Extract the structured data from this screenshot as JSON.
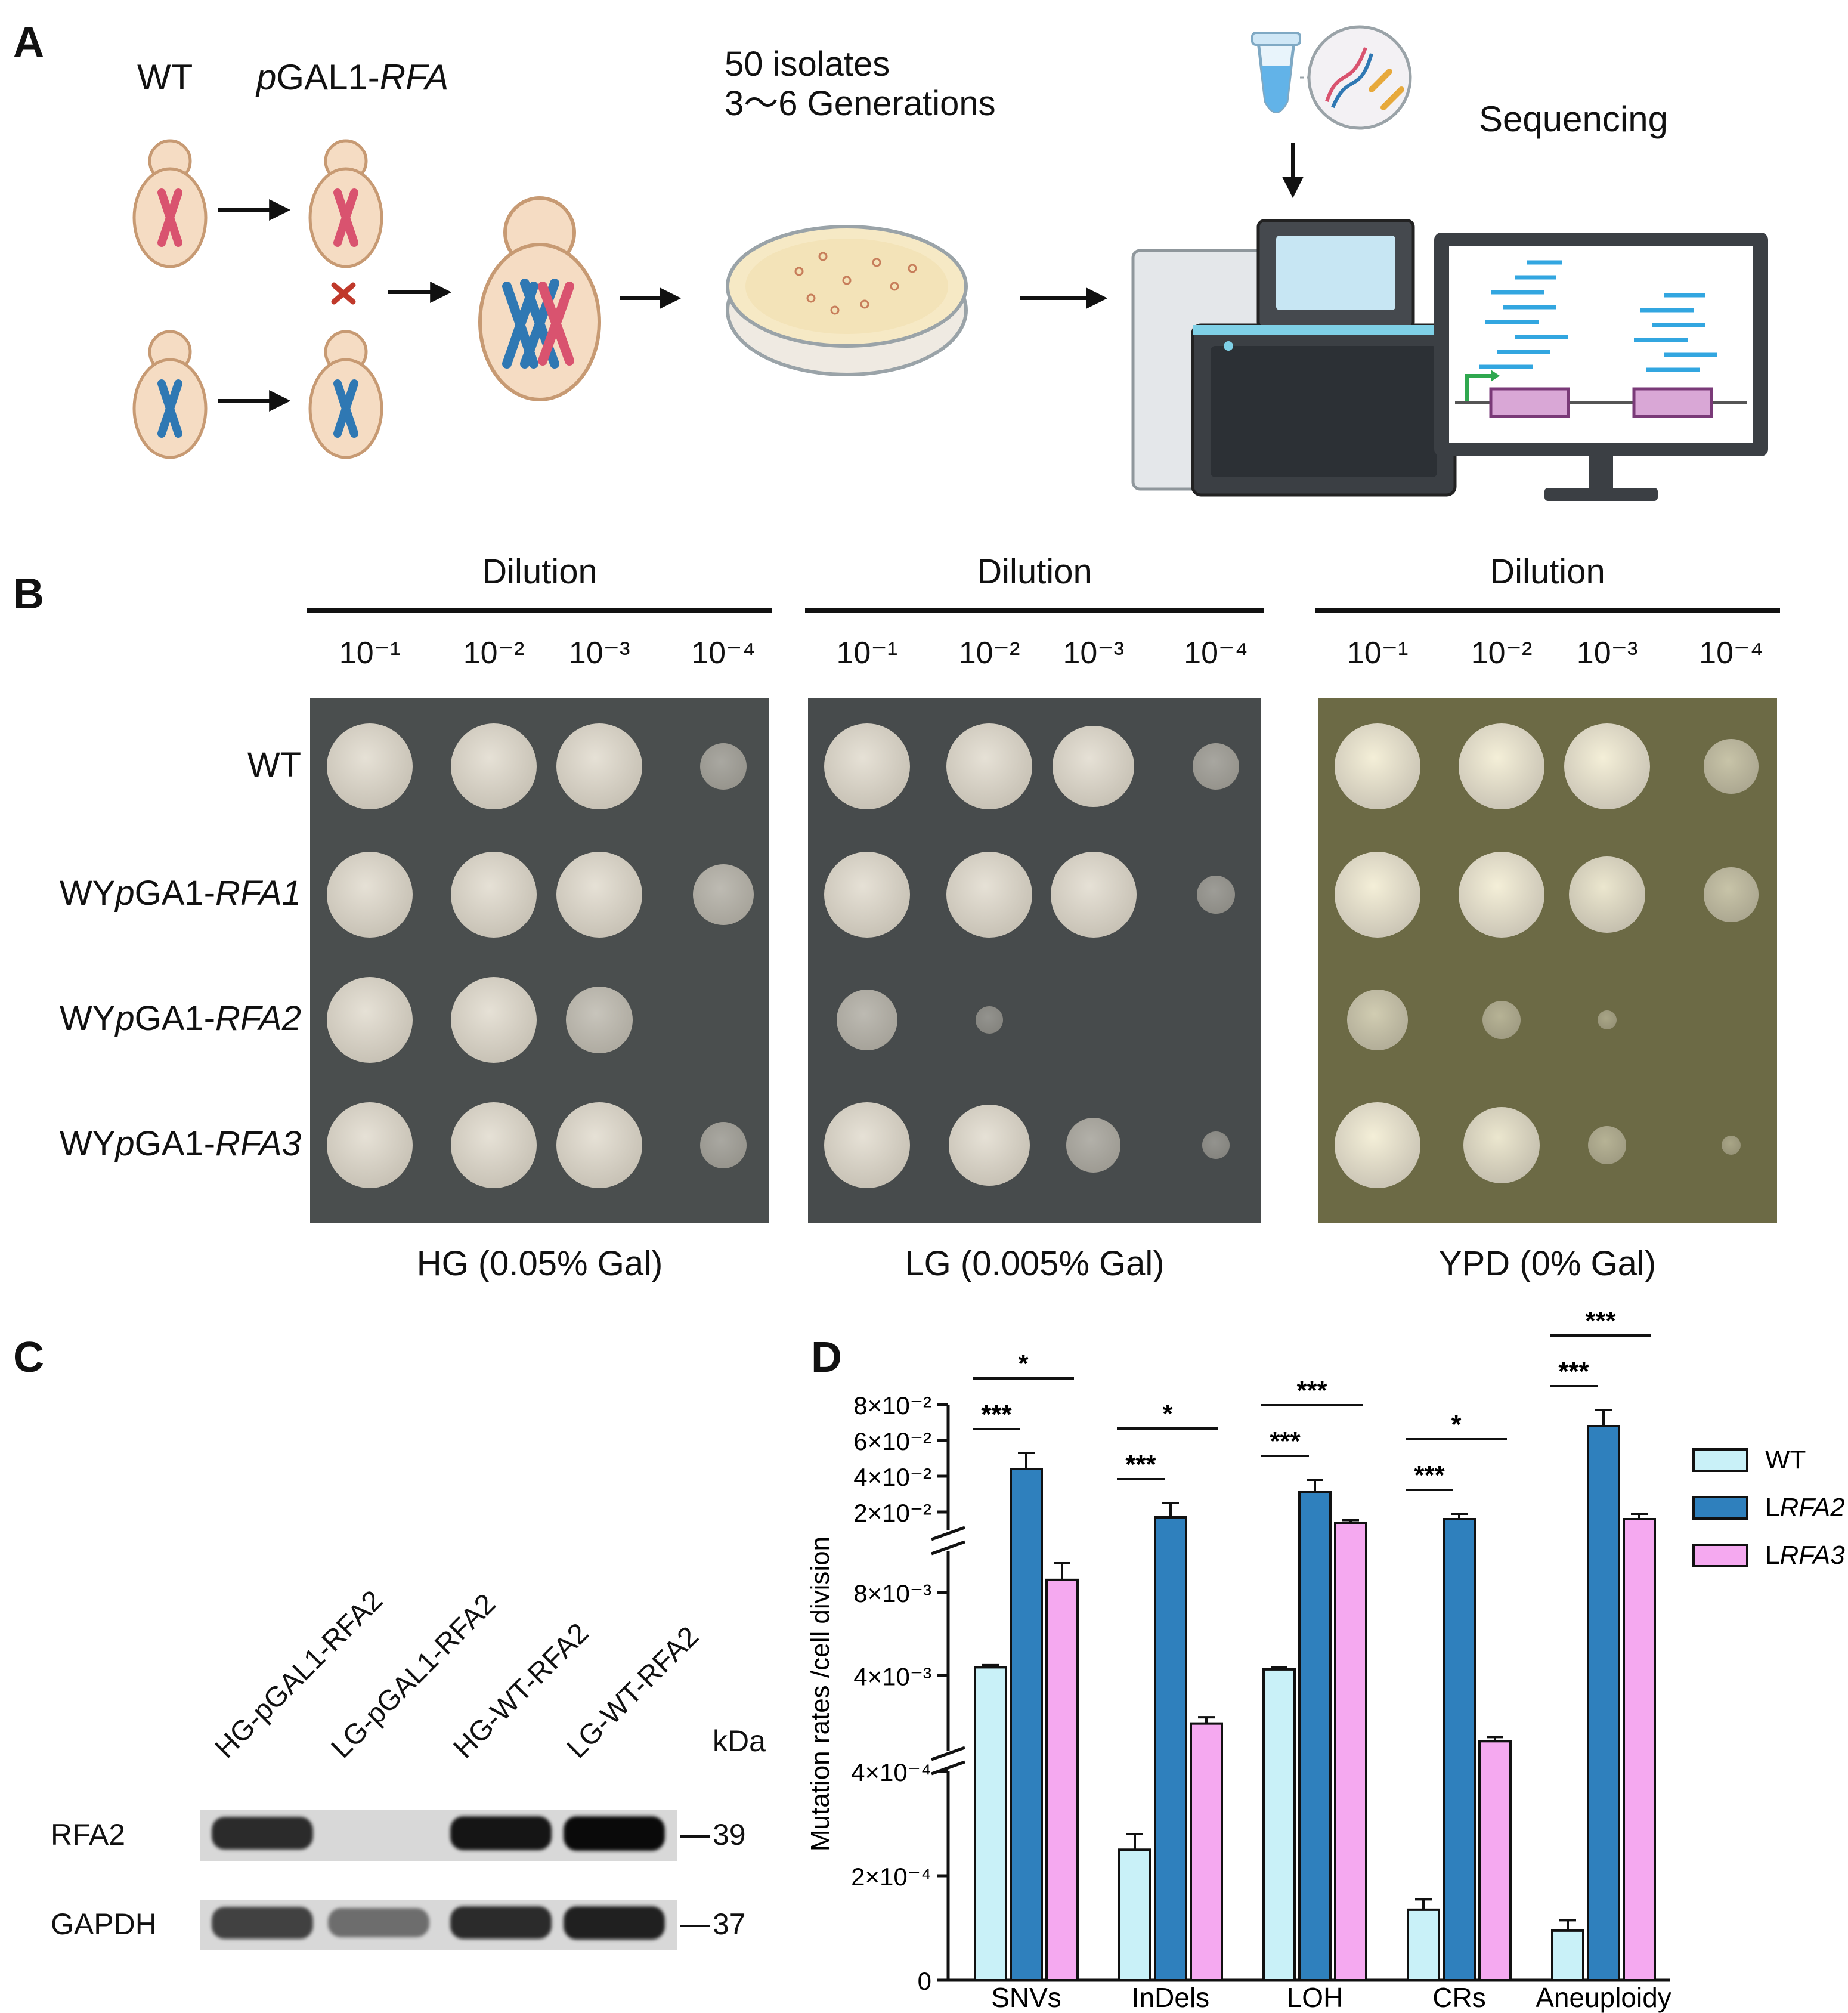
{
  "panel_a": {
    "label": "A",
    "wt_label": "WT",
    "construct_prefix": "p",
    "construct_main": "GAL1-",
    "construct_gene": "RFA",
    "isolates_line1": "50 isolates",
    "isolates_line2": "3～6 Generations",
    "sequencing_label": "Sequencing",
    "colors": {
      "red_chromosome": "#d9536f",
      "blue_chromosome": "#2f78b3",
      "cell_fill": "#f5dcc3",
      "cell_outline": "#c79a73",
      "cross": "#c0392b"
    }
  },
  "panel_b": {
    "label": "B",
    "dilution_label": "Dilution",
    "dilutions": [
      "10⁻¹",
      "10⁻²",
      "10⁻³",
      "10⁻⁴"
    ],
    "strains": [
      {
        "prefix": "WT",
        "gene": ""
      },
      {
        "prefix": "WYpGA1-",
        "gene": "RFA1"
      },
      {
        "prefix": "WYpGA1-",
        "gene": "RFA2"
      },
      {
        "prefix": "WYpGA1-",
        "gene": "RFA3"
      }
    ],
    "plates": [
      {
        "caption": "HG (0.05% Gal)",
        "color": "#4a4e4e"
      },
      {
        "caption": "LG (0.005% Gal)",
        "color": "#474b4c"
      },
      {
        "caption": "YPD (0% Gal)",
        "color": "#6c6a45"
      }
    ],
    "growth": [
      [
        [
          1,
          1,
          1,
          0.3
        ],
        [
          1,
          1,
          1,
          0.5
        ],
        [
          1,
          1,
          0.6,
          0
        ],
        [
          1,
          1,
          1,
          0.3
        ]
      ],
      [
        [
          1,
          1,
          0.9,
          0.3
        ],
        [
          1,
          1,
          1,
          0.2
        ],
        [
          0.5,
          0.1,
          0,
          0
        ],
        [
          1,
          0.9,
          0.4,
          0.1
        ]
      ],
      [
        [
          1,
          1,
          1,
          0.4
        ],
        [
          1,
          1,
          0.8,
          0.4
        ],
        [
          0.5,
          0.2,
          0.05,
          0
        ],
        [
          1,
          0.8,
          0.2,
          0.05
        ]
      ]
    ]
  },
  "panel_c": {
    "label": "C",
    "lanes": [
      "HG-pGAL1-RFA2",
      "LG-pGAL1-RFA2",
      "HG-WT-RFA2",
      "LG-WT-RFA2"
    ],
    "kda_label": "kDa",
    "rows": [
      {
        "name": "RFA2",
        "kda": "39",
        "intensity": [
          0.85,
          0.0,
          0.95,
          1.0
        ]
      },
      {
        "name": "GAPDH",
        "kda": "37",
        "intensity": [
          0.75,
          0.55,
          0.85,
          0.9
        ]
      }
    ]
  },
  "chart_data": {
    "type": "bar",
    "panel_label": "D",
    "ylabel": "Mutation rates /cell division",
    "categories": [
      "SNVs",
      "InDels",
      "LOH",
      "CRs",
      "Aneuploidy"
    ],
    "series": [
      {
        "name": "WT",
        "name_prefix": "",
        "name_italic": "WT",
        "color": "#c9f1f8",
        "values": [
          0.0044,
          0.00025,
          0.0043,
          0.000135,
          9.5e-05
        ],
        "errors": [
          0.0001,
          3e-05,
          0.0001,
          2e-05,
          2e-05
        ]
      },
      {
        "name": "LRFA2",
        "name_prefix": "L",
        "name_italic": "RFA2",
        "color": "#2f80bd",
        "values": [
          0.044,
          0.017,
          0.031,
          0.016,
          0.068
        ],
        "errors": [
          0.009,
          0.008,
          0.007,
          0.003,
          0.009
        ]
      },
      {
        "name": "LRFA3",
        "name_prefix": "L",
        "name_italic": "RFA3",
        "color": "#f5a9f0",
        "values": [
          0.0086,
          0.0017,
          0.014,
          0.00085,
          0.016
        ],
        "errors": [
          0.0008,
          0.0003,
          0.0015,
          0.0002,
          0.003
        ]
      }
    ],
    "y_segments": [
      {
        "range": [
          0,
          0.0004
        ],
        "ticks": [
          0,
          0.0002,
          0.0004
        ],
        "tick_labels": [
          "0",
          "2×10⁻⁴",
          "4×10⁻⁴"
        ]
      },
      {
        "range": [
          0.0004,
          0.01
        ],
        "ticks": [
          0.004,
          0.008
        ],
        "tick_labels": [
          "4×10⁻³",
          "8×10⁻³"
        ]
      },
      {
        "range": [
          0.01,
          0.08
        ],
        "ticks": [
          0.02,
          0.04,
          0.06,
          0.08
        ],
        "tick_labels": [
          "2×10⁻²",
          "4×10⁻²",
          "6×10⁻²",
          "8×10⁻²"
        ]
      }
    ],
    "significance": [
      {
        "category": 0,
        "pairs": [
          {
            "from": 0,
            "to": 1,
            "label": "***"
          },
          {
            "from": 0,
            "to": 2,
            "label": "*"
          }
        ]
      },
      {
        "category": 1,
        "pairs": [
          {
            "from": 0,
            "to": 1,
            "label": "***"
          },
          {
            "from": 0,
            "to": 2,
            "label": "*"
          }
        ]
      },
      {
        "category": 2,
        "pairs": [
          {
            "from": 0,
            "to": 1,
            "label": "***"
          },
          {
            "from": 0,
            "to": 2,
            "label": "***"
          }
        ]
      },
      {
        "category": 3,
        "pairs": [
          {
            "from": 0,
            "to": 1,
            "label": "***"
          },
          {
            "from": 0,
            "to": 2,
            "label": "*"
          }
        ]
      },
      {
        "category": 4,
        "pairs": [
          {
            "from": 0,
            "to": 1,
            "label": "***"
          },
          {
            "from": 0,
            "to": 2,
            "label": "***"
          }
        ]
      }
    ],
    "legend_position": "top-right",
    "grid": false
  }
}
